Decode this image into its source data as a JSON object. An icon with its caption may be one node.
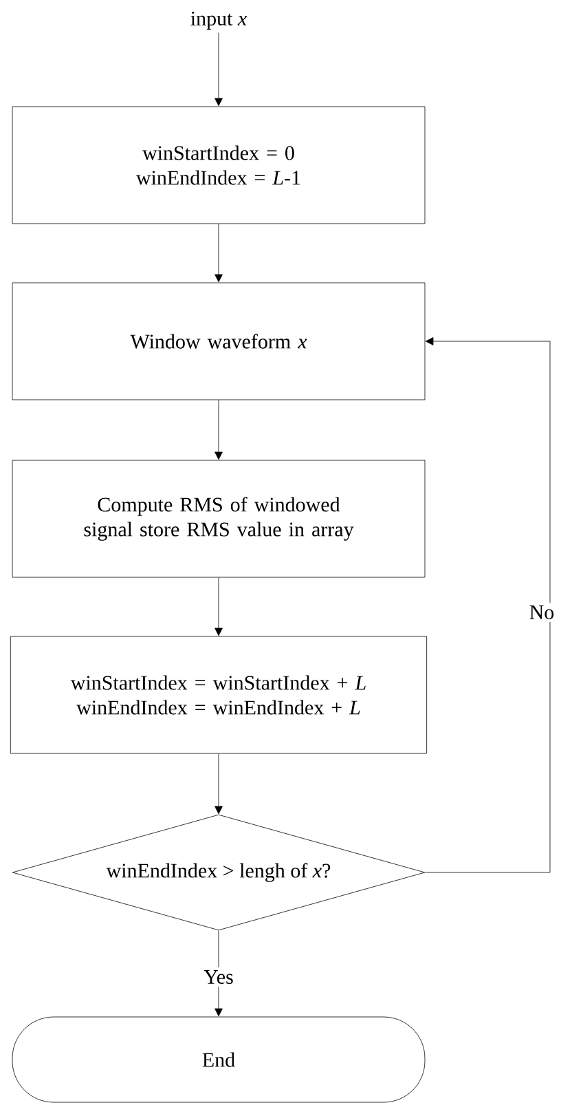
{
  "diagram": {
    "nodes": [
      {
        "text": [
          "input *x*"
        ]
      },
      {
        "text": [
          "winStartIndex = 0 winEndIndex = *L*-1"
        ]
      },
      {
        "text": [
          "Window waveform  *x*"
        ]
      },
      {
        "text": [
          "Compute RMS of windowed signal store RMS value in array"
        ]
      },
      {
        "text": [
          "winStartIndex = winStartIndex + *L* winEndIndex = winEndIndex + *L*"
        ]
      },
      {
        "text": [
          "winEndIndex > lengh of *x*?"
        ]
      },
      {
        "text": [
          "End"
        ]
      }
    ],
    "edges": [
      {
        "from": 0,
        "to": 1,
        "arrow": "to"
      },
      {
        "from": 1,
        "to": 2,
        "arrow": "to"
      },
      {
        "from": 2,
        "to": 3,
        "arrow": "to"
      },
      {
        "from": 3,
        "to": 4,
        "arrow": "to"
      },
      {
        "from": 4,
        "to": 5,
        "arrow": "to"
      },
      {
        "from": 5,
        "to": 6,
        "label": "Yes",
        "arrow": "to"
      },
      {
        "from": 5,
        "to": 2,
        "label": "No",
        "arrow": "to"
      }
    ]
  }
}
